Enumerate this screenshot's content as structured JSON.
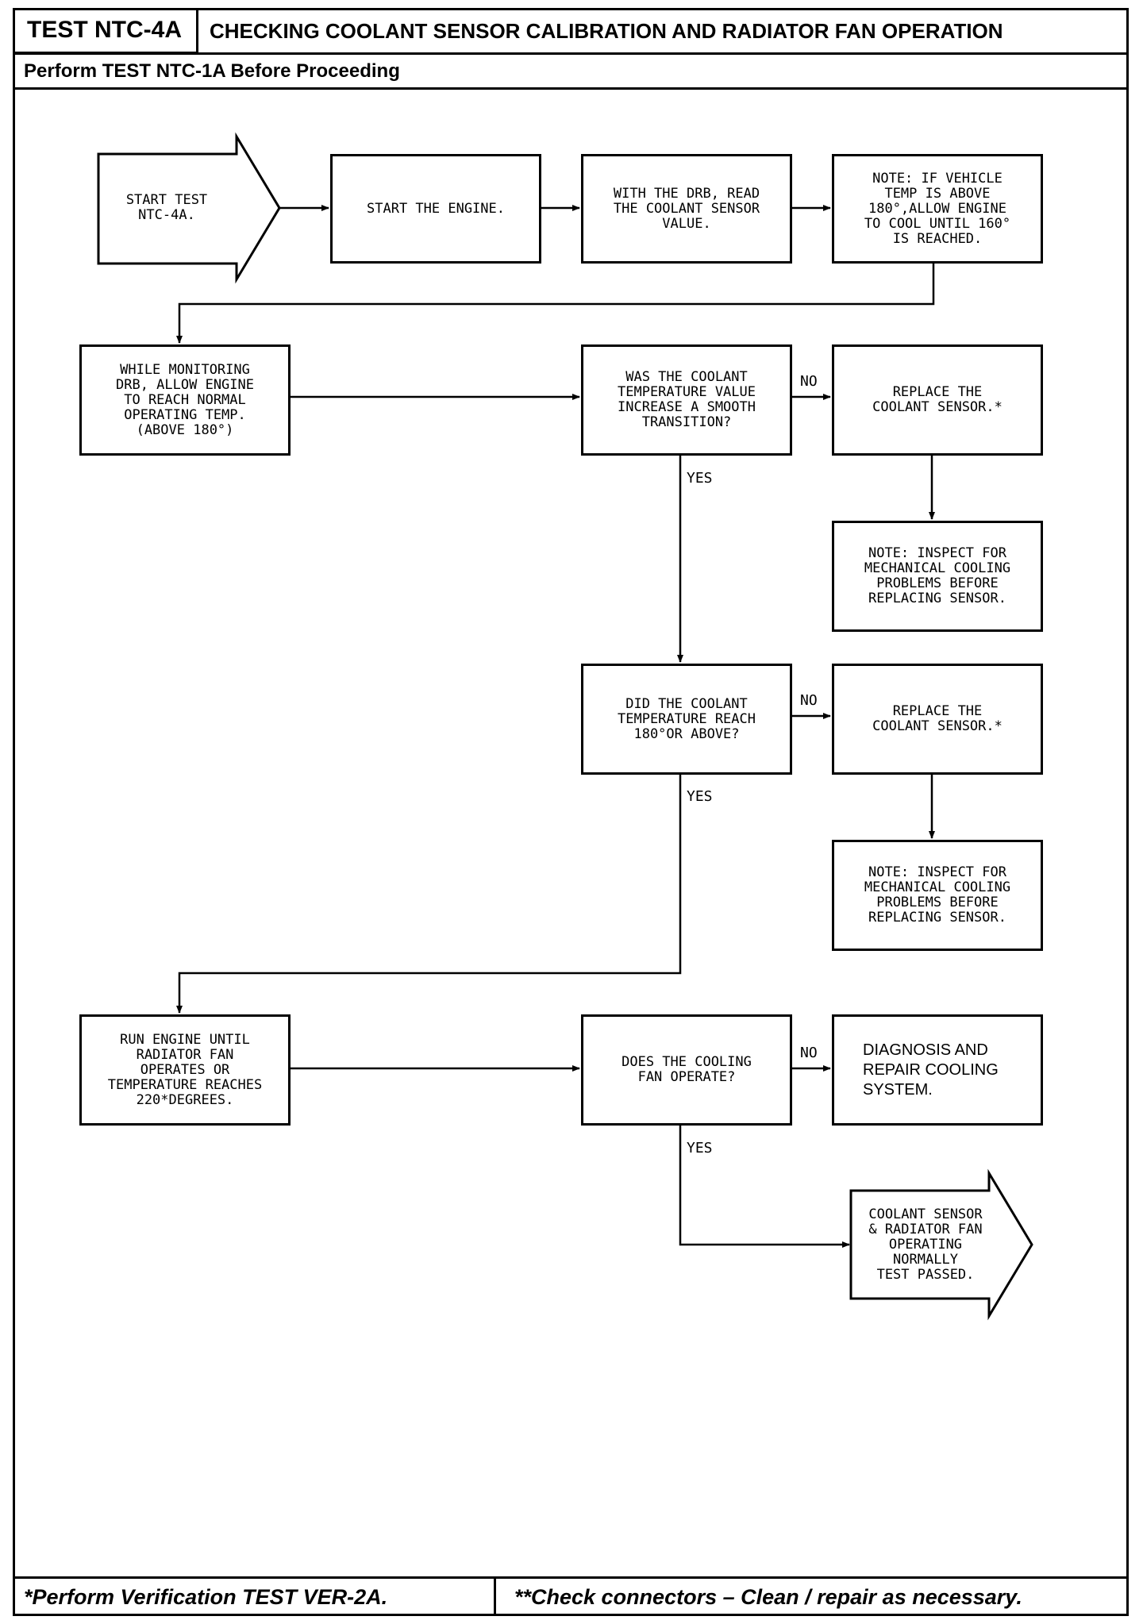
{
  "header": {
    "test_id": "TEST NTC-4A",
    "title": "CHECKING COOLANT SENSOR CALIBRATION AND RADIATOR FAN OPERATION",
    "prerequisite": "Perform TEST NTC-1A Before Proceeding"
  },
  "steps": {
    "start": "START TEST\nNTC-4A.",
    "start_engine": "START THE ENGINE.",
    "read_sensor": "WITH THE DRB, READ\nTHE COOLANT SENSOR\nVALUE.",
    "note_cool": "NOTE: IF VEHICLE\nTEMP IS ABOVE\n180°,ALLOW ENGINE\nTO COOL UNTIL 160°\nIS REACHED.",
    "monitor": "WHILE MONITORING\nDRB, ALLOW ENGINE\nTO REACH NORMAL\nOPERATING TEMP.\n(ABOVE 180°)",
    "q_smooth": "WAS THE COOLANT\nTEMPERATURE VALUE\nINCREASE A SMOOTH\nTRANSITION?",
    "replace_1": "REPLACE THE\nCOOLANT SENSOR.*",
    "note_inspect_1": "NOTE: INSPECT FOR\nMECHANICAL COOLING\nPROBLEMS BEFORE\nREPLACING SENSOR.",
    "q_reach": "DID THE COOLANT\nTEMPERATURE REACH\n180°OR ABOVE?",
    "replace_2": "REPLACE THE\nCOOLANT SENSOR.*",
    "note_inspect_2": "NOTE: INSPECT FOR\nMECHANICAL COOLING\nPROBLEMS BEFORE\nREPLACING SENSOR.",
    "run_engine": "RUN ENGINE UNTIL\nRADIATOR FAN\nOPERATES OR\nTEMPERATURE REACHES\n220*DEGREES.",
    "q_fan": "DOES THE COOLING\nFAN OPERATE?",
    "diagnose": "DIAGNOSIS AND\nREPAIR COOLING\nSYSTEM.",
    "passed": "COOLANT SENSOR\n& RADIATOR FAN\nOPERATING\nNORMALLY\nTEST PASSED."
  },
  "labels": {
    "no_1": "NO",
    "yes_1": "YES",
    "no_2": "NO",
    "yes_2": "YES",
    "no_3": "NO",
    "yes_3": "YES"
  },
  "footer": {
    "left": "*Perform Verification TEST VER-2A.",
    "right": "**Check connectors – Clean / repair as necessary."
  }
}
